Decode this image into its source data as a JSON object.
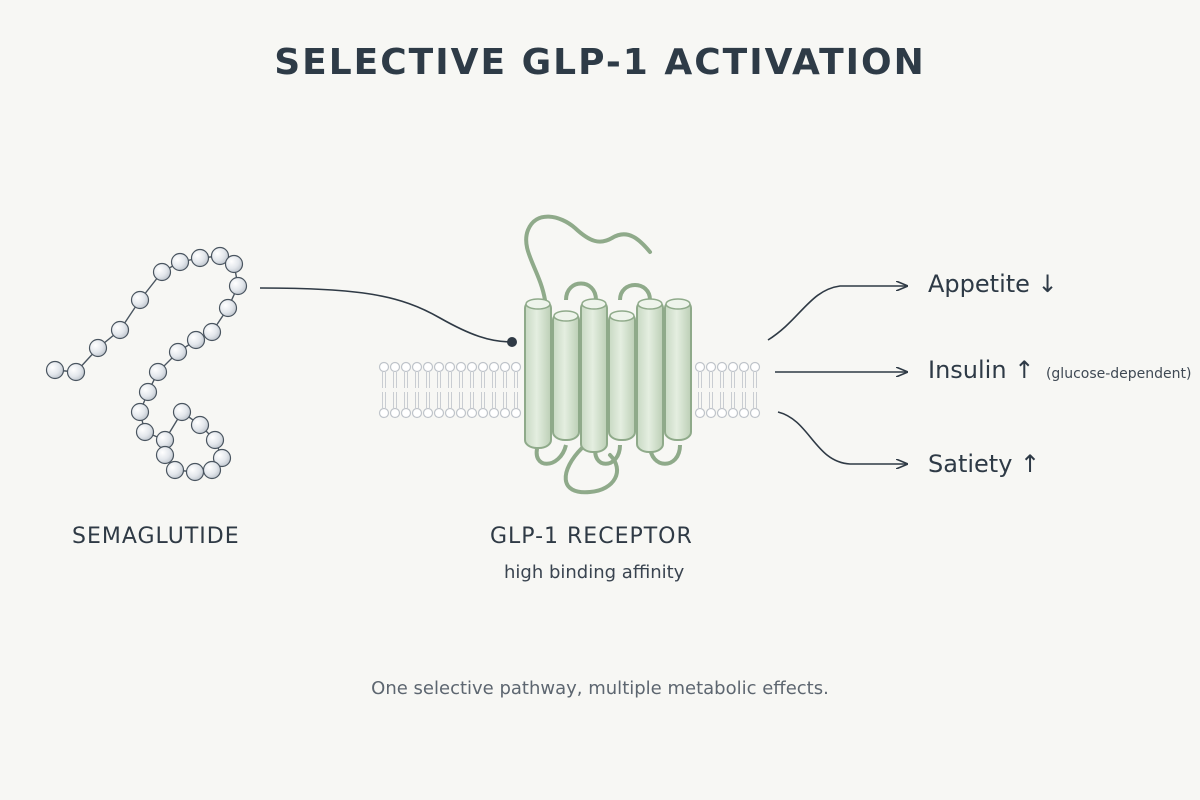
{
  "title": "SELECTIVE GLP-1 ACTIVATION",
  "molecule": {
    "label": "SEMAGLUTIDE",
    "icon": "peptide-chain-icon"
  },
  "receptor": {
    "label": "GLP-1 RECEPTOR",
    "sublabel": "high binding affinity",
    "icon": "gpcr-receptor-icon"
  },
  "membrane": {
    "icon": "lipid-bilayer-icon"
  },
  "effects": [
    {
      "label": "Appetite",
      "arrow": "↓",
      "note": ""
    },
    {
      "label": "Insulin",
      "arrow": "↑",
      "note": "(glucose-dependent)"
    },
    {
      "label": "Satiety",
      "arrow": "↑",
      "note": ""
    }
  ],
  "footer": "One selective pathway, multiple metabolic effects.",
  "colors": {
    "background": "#f7f7f4",
    "text": "#2e3b47",
    "line": "#2f3a45",
    "receptor_fill": "#d7e5d2",
    "receptor_stroke": "#8faa8a",
    "bead_fill": "#e8ecf0",
    "bead_stroke": "#4a5560",
    "membrane": "#c9cdd2"
  }
}
